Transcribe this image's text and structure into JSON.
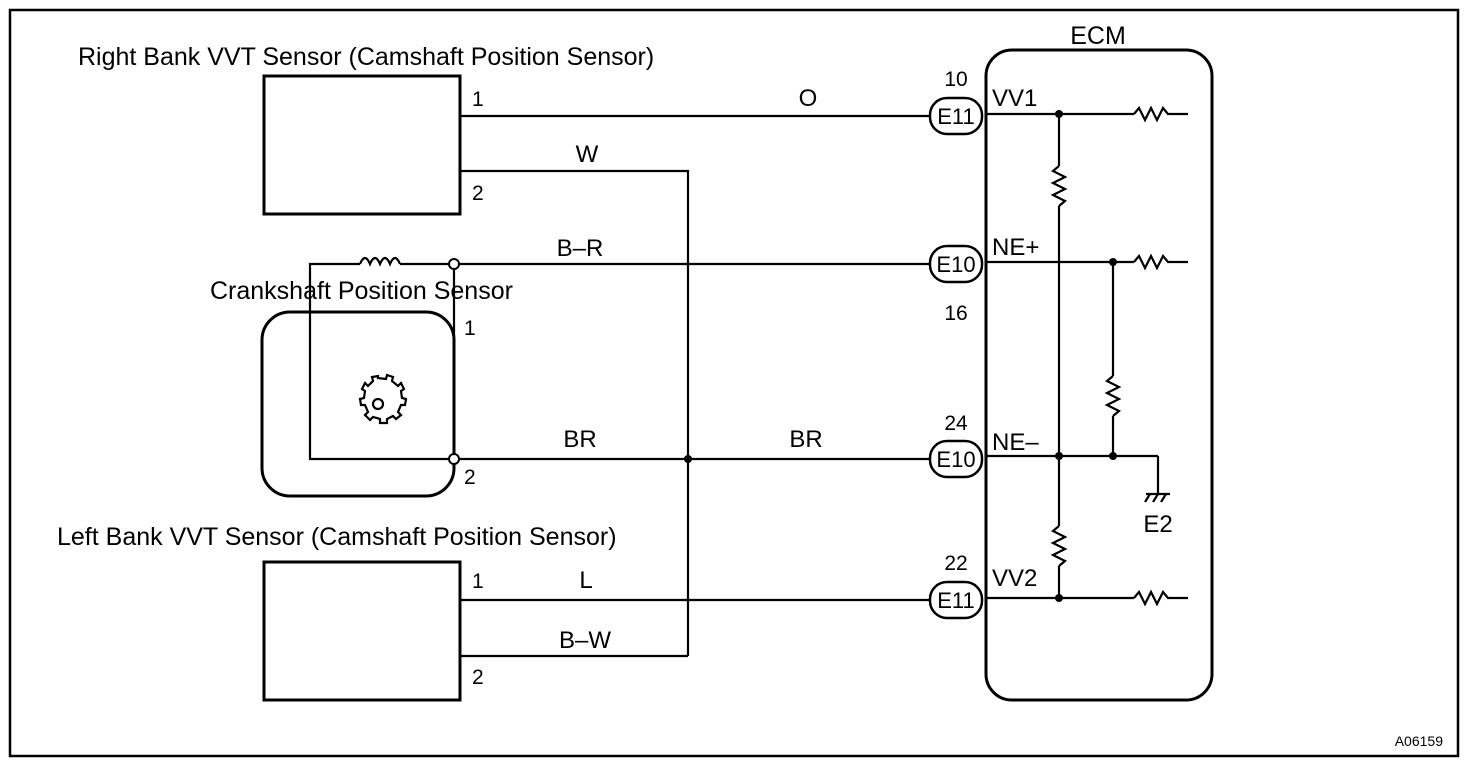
{
  "ecm": {
    "label": "ECM",
    "ground_label": "E2"
  },
  "sensors": {
    "right_vvt": {
      "title": "Right Bank VVT Sensor (Camshaft Position Sensor)",
      "pin1": "1",
      "pin2": "2"
    },
    "crank": {
      "title": "Crankshaft Position Sensor",
      "pin1": "1",
      "pin2": "2"
    },
    "left_vvt": {
      "title": "Left Bank VVT Sensor (Camshaft Position Sensor)",
      "pin1": "1",
      "pin2": "2"
    }
  },
  "wires": {
    "o": "O",
    "w": "W",
    "b_r": "B–R",
    "br_left": "BR",
    "br_right": "BR",
    "l": "L",
    "b_w": "B–W"
  },
  "connectors": {
    "vv1": {
      "pin": "10",
      "connector": "E11",
      "terminal": "VV1"
    },
    "ne_plus": {
      "pin": "16",
      "connector": "E10",
      "terminal": "NE+"
    },
    "ne_minus": {
      "pin": "24",
      "connector": "E10",
      "terminal": "NE–"
    },
    "vv2": {
      "pin": "22",
      "connector": "E11",
      "terminal": "VV2"
    }
  },
  "figure_id": "A06159"
}
